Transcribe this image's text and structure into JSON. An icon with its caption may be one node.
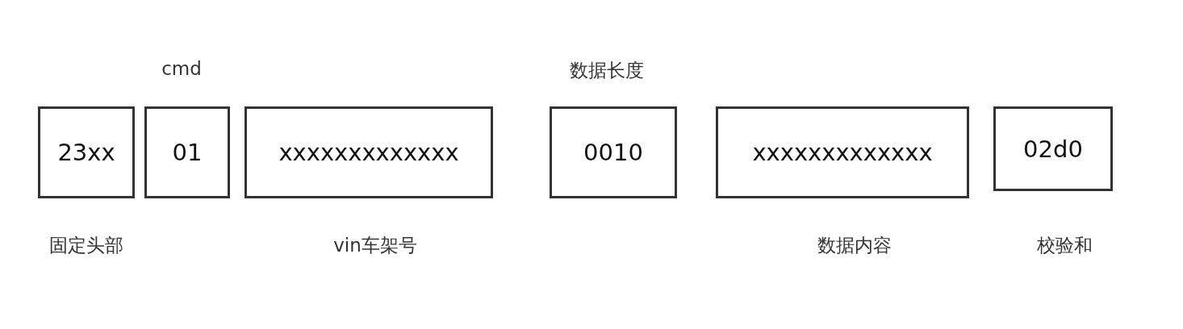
{
  "diagram": {
    "nodes": [
      {
        "text": [
          "23xx"
        ],
        "beside": [
          "固定头部"
        ]
      },
      {
        "text": [
          "01"
        ],
        "beside": [
          "cmd"
        ]
      },
      {
        "text": [
          "xxxxxxxxxxxxx"
        ],
        "beside": [
          "vin车架号"
        ]
      },
      {
        "text": [
          "0010"
        ],
        "beside": [
          "数据长度"
        ]
      },
      {
        "text": [
          "xxxxxxxxxxxxx"
        ],
        "beside": [
          "数据内容"
        ]
      },
      {
        "text": [
          "02d0"
        ],
        "beside": [
          "校验和"
        ]
      }
    ]
  }
}
